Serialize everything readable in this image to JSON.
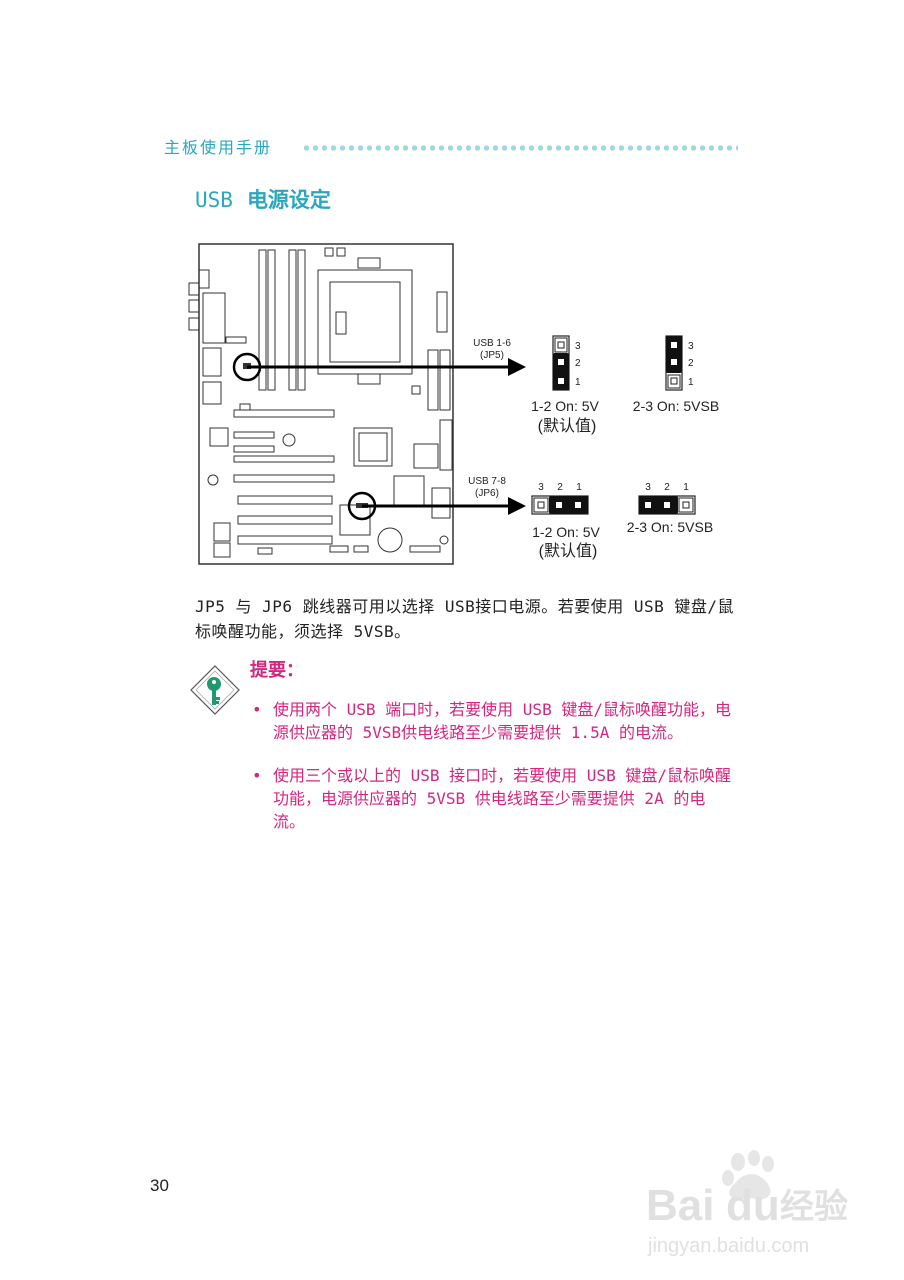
{
  "header": {
    "title": "主板使用手册"
  },
  "section": {
    "title_prefix": "USB",
    "title": "电源设定"
  },
  "diagram": {
    "jp5_label_line1": "USB 1-6",
    "jp5_label_line2": "(JP5)",
    "jp6_label_line1": "USB 7-8",
    "jp6_label_line2": "(JP6)",
    "pin_3": "3",
    "pin_2": "2",
    "pin_1": "1",
    "jp5_opt1": "1-2 On: 5V",
    "jp5_opt1_default": "(默认值)",
    "jp5_opt2": "2-3 On: 5VSB",
    "jp6_opt1": "1-2 On: 5V",
    "jp6_opt1_default": "(默认值)",
    "jp6_opt2": "2-3 On: 5VSB"
  },
  "body": {
    "paragraph": "JP5 与 JP6 跳线器可用以选择 USB接口电源。若要使用 USB 键盘/鼠标唤醒功能，须选择 5VSB。"
  },
  "note": {
    "title": "提要：",
    "items": [
      "使用两个 USB 端口时，若要使用 USB 键盘/鼠标唤醒功能，电源供应器的 5VSB供电线路至少需要提供 1.5A 的电流。",
      "使用三个或以上的 USB 接口时，若要使用 USB 键盘/鼠标唤醒功能，电源供应器的 5VSB 供电线路至少需要提供 2A 的电流。"
    ]
  },
  "footer": {
    "page_number": "30"
  },
  "watermark": {
    "brand_a": "Bai",
    "brand_b": "du",
    "brand_c": "经验",
    "url": "jingyan.baidu.com"
  }
}
